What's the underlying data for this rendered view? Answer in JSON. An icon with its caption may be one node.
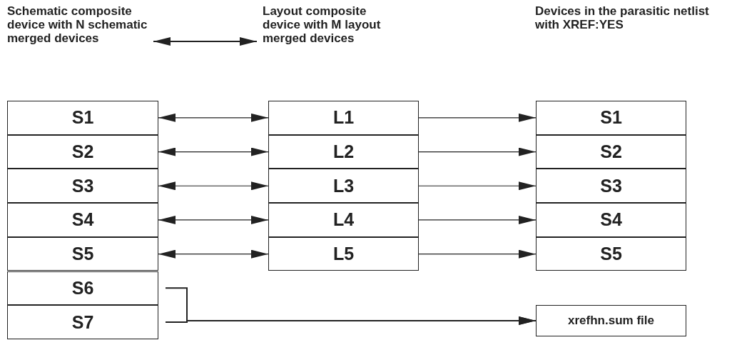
{
  "diagram": {
    "nodes": [
      {
        "text": [
          "Schematic composite device with N schematic merged devices"
        ]
      },
      {
        "text": [
          "Layout composite device with M layout merged devices"
        ]
      },
      {
        "text": [
          "Devices in the parasitic netlist with XREF:YES"
        ]
      },
      {
        "text": [
          "S1"
        ]
      },
      {
        "text": [
          "S2"
        ]
      },
      {
        "text": [
          "S3"
        ]
      },
      {
        "text": [
          "S4"
        ]
      },
      {
        "text": [
          "S5"
        ]
      },
      {
        "text": [
          "S6"
        ]
      },
      {
        "text": [
          "S7"
        ]
      },
      {
        "text": [
          "L1"
        ]
      },
      {
        "text": [
          "L2"
        ]
      },
      {
        "text": [
          "L3"
        ]
      },
      {
        "text": [
          "L4"
        ]
      },
      {
        "text": [
          "L5"
        ]
      },
      {
        "text": [
          "S1"
        ]
      },
      {
        "text": [
          "S2"
        ]
      },
      {
        "text": [
          "S3"
        ]
      },
      {
        "text": [
          "S4"
        ]
      },
      {
        "text": [
          "S5"
        ]
      },
      {
        "text": [
          "xrefhn.sum file"
        ]
      }
    ],
    "edges": [
      {
        "from": 0,
        "to": 1,
        "arrow": "both"
      },
      {
        "from": 3,
        "to": 10,
        "arrow": "both"
      },
      {
        "from": 4,
        "to": 11,
        "arrow": "both"
      },
      {
        "from": 5,
        "to": 12,
        "arrow": "both"
      },
      {
        "from": 6,
        "to": 13,
        "arrow": "both"
      },
      {
        "from": 7,
        "to": 14,
        "arrow": "both"
      },
      {
        "from": 10,
        "to": 15,
        "arrow": "to"
      },
      {
        "from": 11,
        "to": 16,
        "arrow": "to"
      },
      {
        "from": 12,
        "to": 17,
        "arrow": "to"
      },
      {
        "from": 13,
        "to": 18,
        "arrow": "to"
      },
      {
        "from": 14,
        "to": 19,
        "arrow": "to"
      },
      {
        "from": 8,
        "to": 20,
        "arrow": "to"
      },
      {
        "from": 9,
        "to": 20,
        "arrow": "to"
      }
    ]
  }
}
